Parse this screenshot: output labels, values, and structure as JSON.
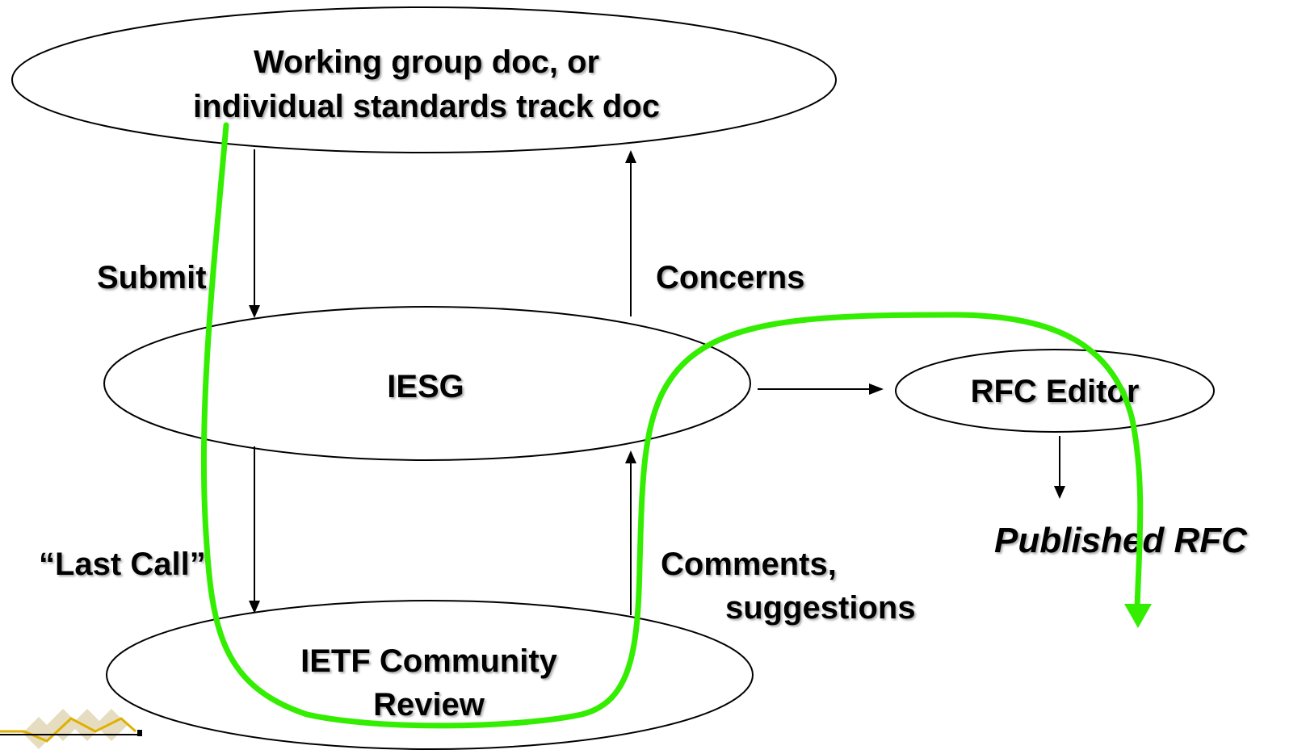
{
  "nodes": {
    "working_group": {
      "line1": "Working group doc, or",
      "line2": "individual standards track doc"
    },
    "iesg": {
      "label": "IESG"
    },
    "rfc_editor": {
      "label": "RFC Editor"
    },
    "community": {
      "line1": "IETF Community",
      "line2": "Review"
    },
    "published": {
      "label": "Published RFC"
    }
  },
  "edges": {
    "submit": "Submit",
    "concerns": "Concerns",
    "last_call": "“Last Call”",
    "comments_line1": "Comments,",
    "comments_line2": "suggestions"
  },
  "colors": {
    "flow_path": "#33ee00",
    "logo_gold": "#e0b000",
    "logo_tan": "#e6dcc0",
    "logo_line": "#000000"
  },
  "icons": {
    "logo": "ietf-zigzag-logo"
  }
}
